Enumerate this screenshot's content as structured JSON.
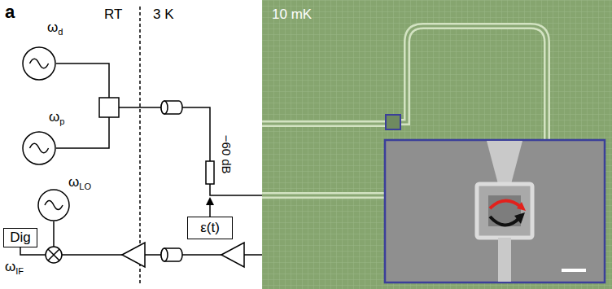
{
  "diagram": {
    "nodes": [
      {
        "text": [
          "ωd"
        ]
      },
      {
        "text": [
          "ωp"
        ]
      },
      {
        "text": [
          "ωLO"
        ]
      },
      {
        "text": [
          "Dig"
        ]
      },
      {
        "text": [
          "ε(t)"
        ]
      }
    ],
    "labels": [
      "a",
      "RT",
      "3 K",
      "10 mK",
      "−60 dB",
      "ωIF"
    ]
  }
}
